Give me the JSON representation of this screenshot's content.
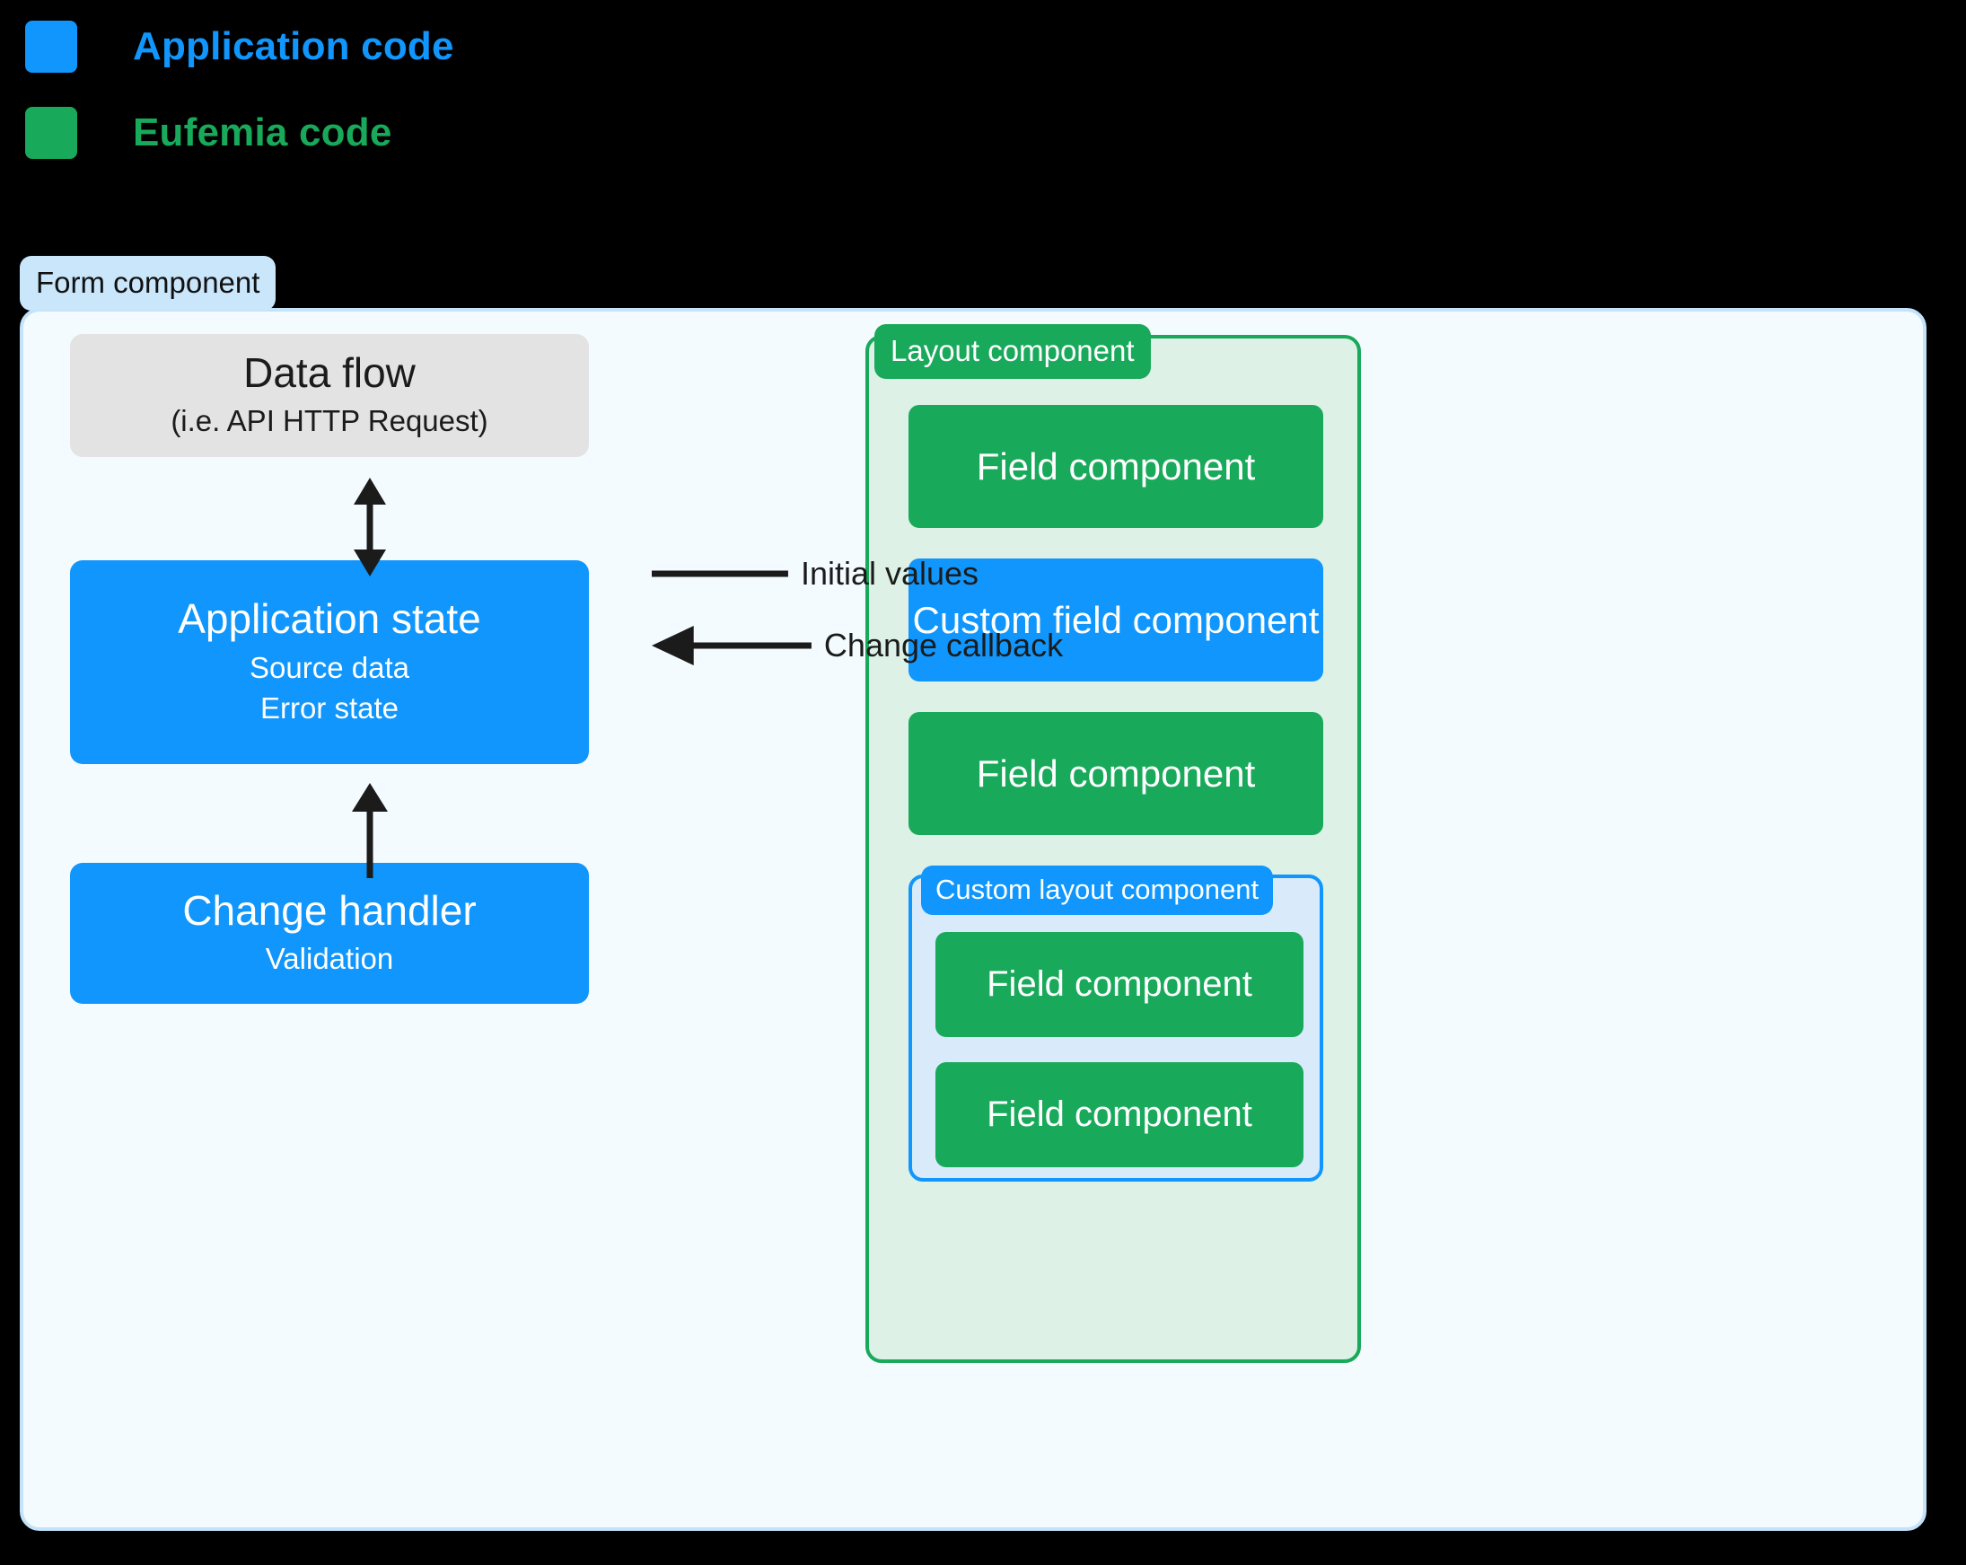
{
  "legend": {
    "items": [
      {
        "label": "Application code",
        "color": "#1096fc",
        "icon": "blue-square-swatch"
      },
      {
        "label": "Eufemia code",
        "color": "#19a95a",
        "icon": "green-square-swatch"
      }
    ]
  },
  "form": {
    "badge": "Form component",
    "badge_bg": "#c9e6fa",
    "panel_bg": "#f4fbfe",
    "panel_border": "#c3e3fa"
  },
  "left_column": {
    "data_flow": {
      "title": "Data flow",
      "subtitle": "(i.e. API HTTP Request)",
      "bg": "#e4e3e3"
    },
    "application_state": {
      "title": "Application state",
      "sub1": "Source data",
      "sub2": "Error state",
      "bg": "#1096fc"
    },
    "change_handler": {
      "title": "Change handler",
      "subtitle": "Validation",
      "bg": "#1096fc"
    }
  },
  "connections": {
    "data_flow_to_state": "double-headed-vertical-arrow",
    "change_handler_to_state": "up-arrow",
    "initial_values": "Initial values",
    "change_callback": "Change callback"
  },
  "layout_component": {
    "badge": "Layout component",
    "badge_bg": "#19a95a",
    "panel_bg": "#ddf1e6",
    "panel_border": "#19a95a",
    "children": [
      {
        "label": "Field component",
        "kind": "eufemia"
      },
      {
        "label": "Custom field component",
        "kind": "application"
      },
      {
        "label": "Field component",
        "kind": "eufemia"
      }
    ]
  },
  "custom_layout_component": {
    "badge": "Custom layout component",
    "badge_bg": "#1096fc",
    "panel_bg": "#d9ebfb",
    "panel_border": "#1096fc",
    "children": [
      {
        "label": "Field component",
        "kind": "eufemia"
      },
      {
        "label": "Field component",
        "kind": "eufemia"
      }
    ]
  }
}
